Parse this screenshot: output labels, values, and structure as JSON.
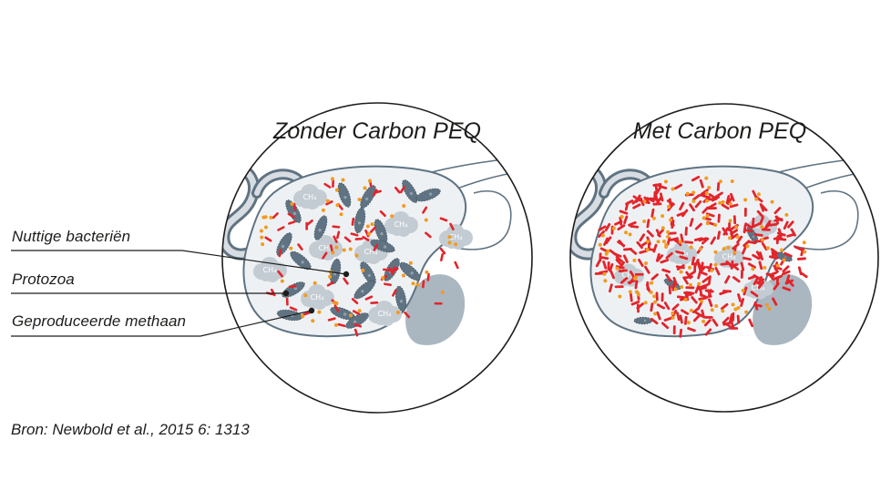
{
  "panels": {
    "left": {
      "title": "Zonder Carbon PEQ"
    },
    "right": {
      "title": "Met Carbon PEQ"
    }
  },
  "labels": {
    "bacteria": "Nuttige bacteriën",
    "protozoa": "Protozoa",
    "methane": "Geproduceerde methaan"
  },
  "methane_symbol": "CH₄",
  "source": "Bron: Newbold et al., 2015 6: 1313",
  "colors": {
    "outline": "#1d1d1b",
    "organ": "#d7dde2",
    "intestine": "#aab6c0",
    "intestine_stroke": "#5f7382",
    "protozoa": "#5f7382",
    "bacteria": "#e3242b",
    "particles": "#f39a1e",
    "methane_cloud": "#c4ccd3"
  }
}
